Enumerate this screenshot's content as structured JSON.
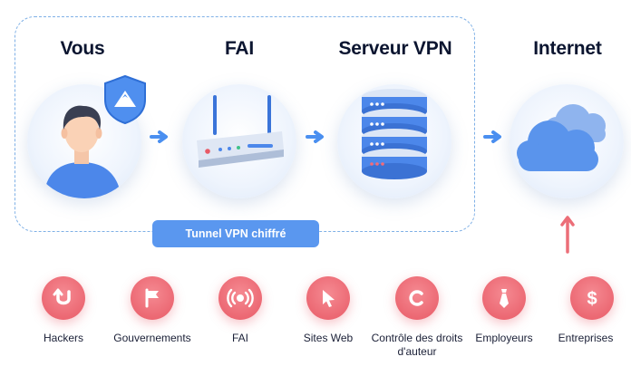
{
  "nodes": [
    {
      "title": "Vous"
    },
    {
      "title": "FAI"
    },
    {
      "title": "Serveur VPN"
    },
    {
      "title": "Internet"
    }
  ],
  "tunnel_label": "Tunnel VPN chiffré",
  "threats": [
    {
      "label": "Hackers",
      "icon": "u-turn-icon"
    },
    {
      "label": "Gouvernements",
      "icon": "flag-icon"
    },
    {
      "label": "FAI",
      "icon": "broadcast-icon"
    },
    {
      "label": "Sites Web",
      "icon": "cursor-icon"
    },
    {
      "label": "Contrôle des droits d'auteur",
      "icon": "copyright-icon"
    },
    {
      "label": "Employeurs",
      "icon": "tie-icon"
    },
    {
      "label": "Entreprises",
      "icon": "dollar-icon"
    }
  ],
  "colors": {
    "accent_blue": "#5a97ef",
    "threat_red": "#e85a66",
    "title_text": "#0b1530"
  }
}
